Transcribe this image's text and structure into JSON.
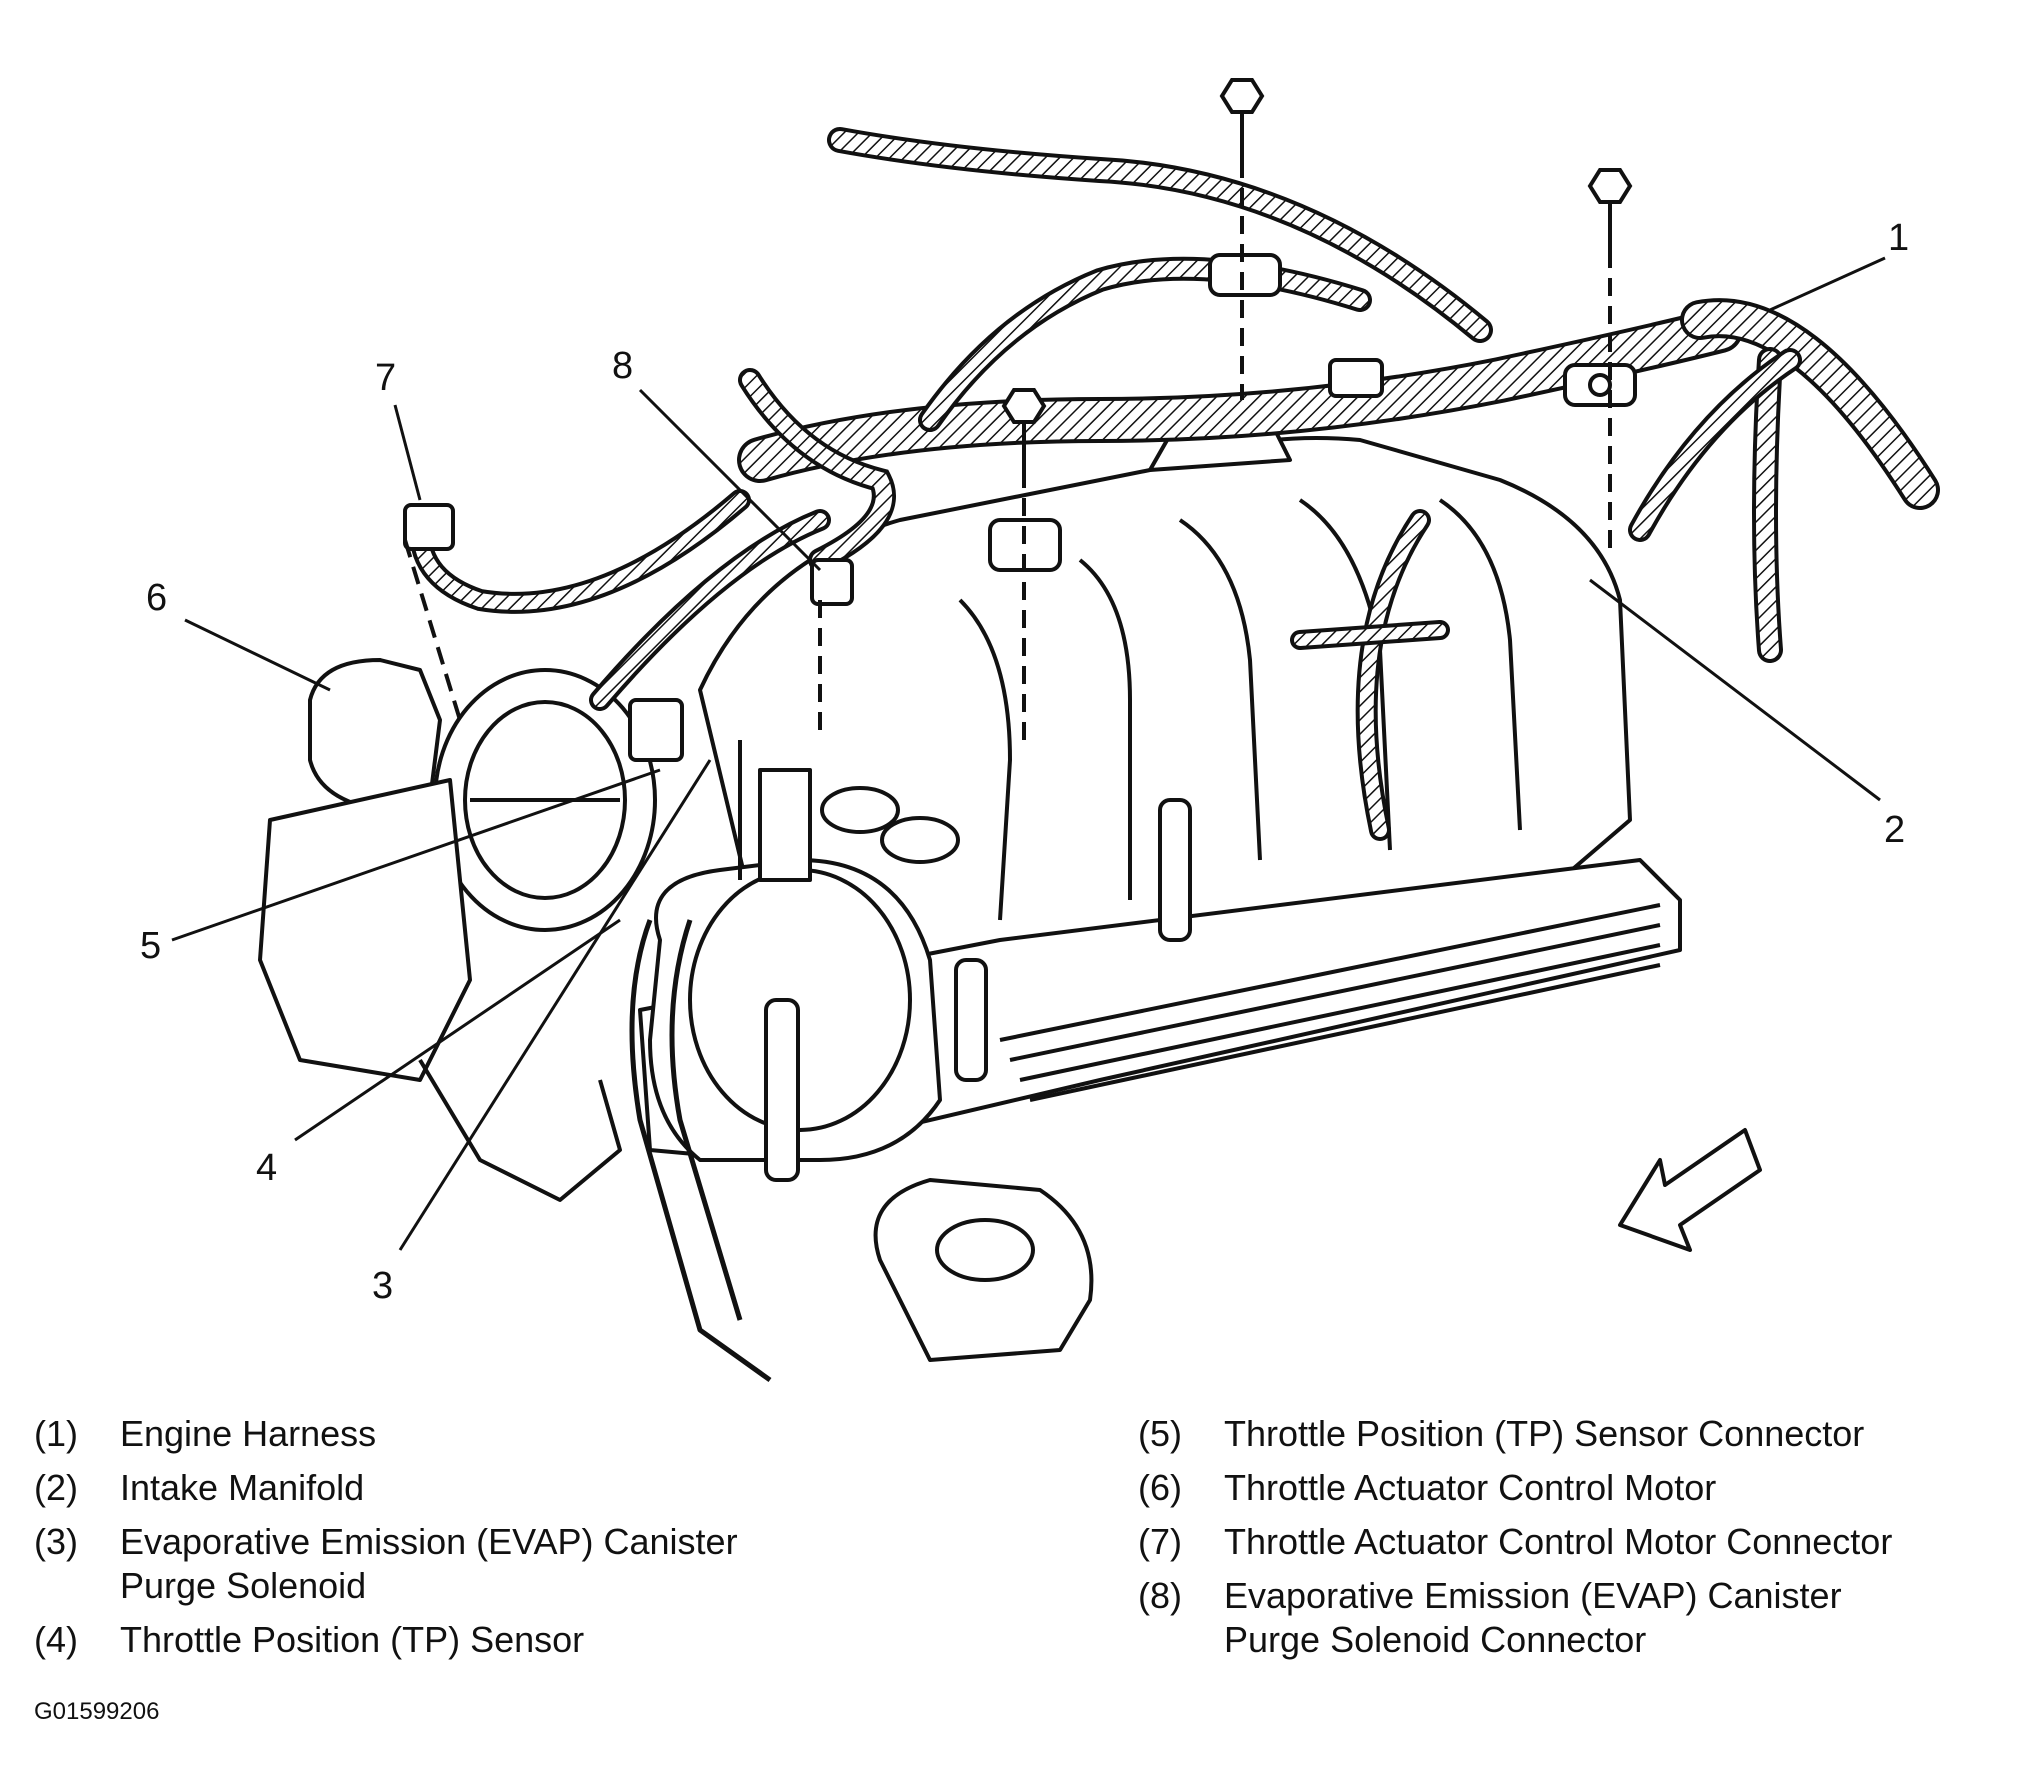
{
  "callouts": {
    "c1": "1",
    "c2": "2",
    "c3": "3",
    "c4": "4",
    "c5": "5",
    "c6": "6",
    "c7": "7",
    "c8": "8"
  },
  "legend": {
    "left": [
      {
        "num": "(1)",
        "text": "Engine Harness"
      },
      {
        "num": "(2)",
        "text": "Intake Manifold"
      },
      {
        "num": "(3)",
        "text": "Evaporative Emission (EVAP) Canister\nPurge Solenoid"
      },
      {
        "num": "(4)",
        "text": "Throttle Position (TP) Sensor"
      }
    ],
    "right": [
      {
        "num": "(5)",
        "text": "Throttle Position (TP) Sensor Connector"
      },
      {
        "num": "(6)",
        "text": "Throttle Actuator Control Motor"
      },
      {
        "num": "(7)",
        "text": "Throttle Actuator Control Motor Connector"
      },
      {
        "num": "(8)",
        "text": "Evaporative Emission (EVAP) Canister\nPurge Solenoid Connector"
      }
    ]
  },
  "figure_id": "G01599206",
  "colors": {
    "ink": "#111111",
    "paper": "#ffffff"
  }
}
